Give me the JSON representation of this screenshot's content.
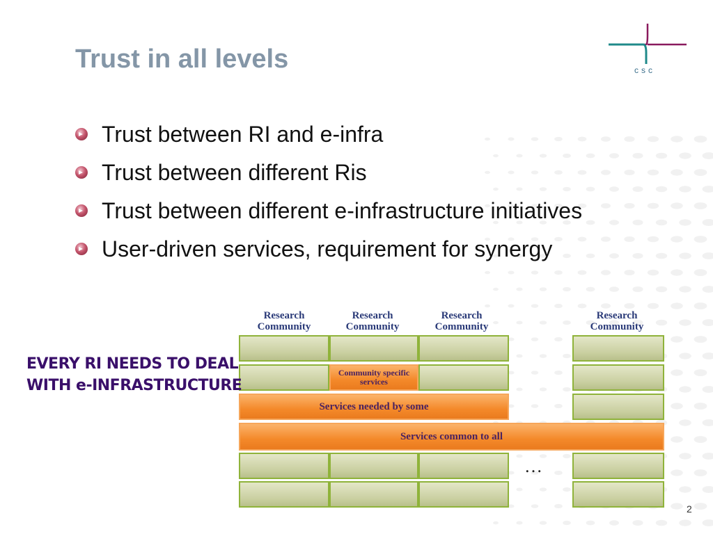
{
  "slide": {
    "title": "Trust in all levels",
    "page_number": "2"
  },
  "logo": {
    "text": "csc",
    "colors": {
      "teal": "#1f8a8a",
      "purple": "#8a1a5e"
    }
  },
  "bullets": [
    {
      "text": "Trust between RI and e-infra"
    },
    {
      "text": "Trust between different Ris"
    },
    {
      "text": "Trust between different e-infrastructure initiatives"
    },
    {
      "text": "User-driven services, requirement for synergy"
    }
  ],
  "callout": {
    "line1": "EVERY RI NEEDS TO DEAL",
    "line2": "WITH e-INFRASTRUCTURE"
  },
  "diagram": {
    "communities": [
      {
        "line1": "Research",
        "line2": "Community"
      },
      {
        "line1": "Research",
        "line2": "Community"
      },
      {
        "line1": "Research",
        "line2": "Community"
      },
      {
        "line1": "Research",
        "line2": "Community"
      }
    ],
    "community_specific_services": {
      "line1": "Community specific",
      "line2": "services"
    },
    "services_needed_by_some": "Services needed by some",
    "services_common_to_all": "Services common to all",
    "ellipsis": "…",
    "colors": {
      "orange": "#f4892a",
      "cell": "#c9cfa0",
      "cell_border": "#8fb33a",
      "label": "#2a3a78"
    }
  }
}
